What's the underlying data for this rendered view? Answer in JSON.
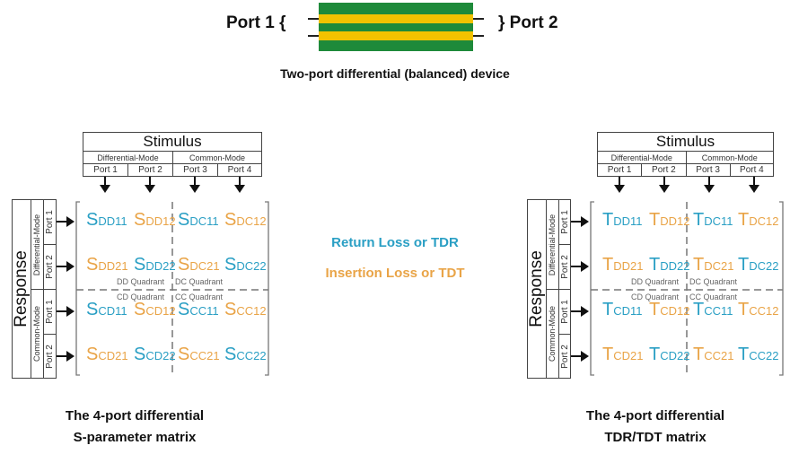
{
  "device": {
    "port1_label": "Port 1 {",
    "port2_label": "} Port 2",
    "caption": "Two-port differential (balanced) device",
    "colors": {
      "green": "#1e8a3a",
      "yellow": "#f2c200",
      "lead": "#222222"
    }
  },
  "legend": {
    "return_loss": "Return Loss or TDR",
    "insertion_loss": "Insertion Loss or TDT",
    "return_color": "#2a9fc4",
    "insertion_color": "#e9a447"
  },
  "matrices": [
    {
      "id": "s-param",
      "stimulus": {
        "title": "Stimulus",
        "modes": [
          "Differential-Mode",
          "Common-Mode"
        ],
        "ports": [
          "Port 1",
          "Port 2",
          "Port 3",
          "Port 4"
        ]
      },
      "response": {
        "title": "Response",
        "modes": [
          "Differential-Mode",
          "Common-Mode"
        ],
        "ports": [
          "Port 1",
          "Port 2",
          "Port 1",
          "Port 2"
        ]
      },
      "quadrants": [
        "DD Quadrant",
        "DC Quadrant",
        "CD Quadrant",
        "CC Quadrant"
      ],
      "rows": [
        [
          {
            "sym": "S",
            "sub": "DD11",
            "type": "return"
          },
          {
            "sym": "S",
            "sub": "DD12",
            "type": "insertion"
          },
          {
            "sym": "S",
            "sub": "DC11",
            "type": "return"
          },
          {
            "sym": "S",
            "sub": "DC12",
            "type": "insertion"
          }
        ],
        [
          {
            "sym": "S",
            "sub": "DD21",
            "type": "insertion"
          },
          {
            "sym": "S",
            "sub": "DD22",
            "type": "return"
          },
          {
            "sym": "S",
            "sub": "DC21",
            "type": "insertion"
          },
          {
            "sym": "S",
            "sub": "DC22",
            "type": "return"
          }
        ],
        [
          {
            "sym": "S",
            "sub": "CD11",
            "type": "return"
          },
          {
            "sym": "S",
            "sub": "CD12",
            "type": "insertion"
          },
          {
            "sym": "S",
            "sub": "CC11",
            "type": "return"
          },
          {
            "sym": "S",
            "sub": "CC12",
            "type": "insertion"
          }
        ],
        [
          {
            "sym": "S",
            "sub": "CD21",
            "type": "insertion"
          },
          {
            "sym": "S",
            "sub": "CD22",
            "type": "return"
          },
          {
            "sym": "S",
            "sub": "CC21",
            "type": "insertion"
          },
          {
            "sym": "S",
            "sub": "CC22",
            "type": "return"
          }
        ]
      ],
      "caption_line1": "The 4-port differential",
      "caption_line2": "S-parameter matrix"
    },
    {
      "id": "tdr-tdt",
      "stimulus": {
        "title": "Stimulus",
        "modes": [
          "Differential-Mode",
          "Common-Mode"
        ],
        "ports": [
          "Port 1",
          "Port 2",
          "Port 3",
          "Port 4"
        ]
      },
      "response": {
        "title": "Response",
        "modes": [
          "Differential-Mode",
          "Common-Mode"
        ],
        "ports": [
          "Port 1",
          "Port 2",
          "Port 1",
          "Port 2"
        ]
      },
      "quadrants": [
        "DD Quadrant",
        "DC Quadrant",
        "CD Quadrant",
        "CC Quadrant"
      ],
      "rows": [
        [
          {
            "sym": "T",
            "sub": "DD11",
            "type": "return"
          },
          {
            "sym": "T",
            "sub": "DD12",
            "type": "insertion"
          },
          {
            "sym": "T",
            "sub": "DC11",
            "type": "return"
          },
          {
            "sym": "T",
            "sub": "DC12",
            "type": "insertion"
          }
        ],
        [
          {
            "sym": "T",
            "sub": "DD21",
            "type": "insertion"
          },
          {
            "sym": "T",
            "sub": "DD22",
            "type": "return"
          },
          {
            "sym": "T",
            "sub": "DC21",
            "type": "insertion"
          },
          {
            "sym": "T",
            "sub": "DC22",
            "type": "return"
          }
        ],
        [
          {
            "sym": "T",
            "sub": "CD11",
            "type": "return"
          },
          {
            "sym": "T",
            "sub": "CD12",
            "type": "insertion"
          },
          {
            "sym": "T",
            "sub": "CC11",
            "type": "return"
          },
          {
            "sym": "T",
            "sub": "CC12",
            "type": "insertion"
          }
        ],
        [
          {
            "sym": "T",
            "sub": "CD21",
            "type": "insertion"
          },
          {
            "sym": "T",
            "sub": "CD22",
            "type": "return"
          },
          {
            "sym": "T",
            "sub": "CC21",
            "type": "insertion"
          },
          {
            "sym": "T",
            "sub": "CC22",
            "type": "return"
          }
        ]
      ],
      "caption_line1": "The 4-port differential",
      "caption_line2": "TDR/TDT matrix"
    }
  ]
}
